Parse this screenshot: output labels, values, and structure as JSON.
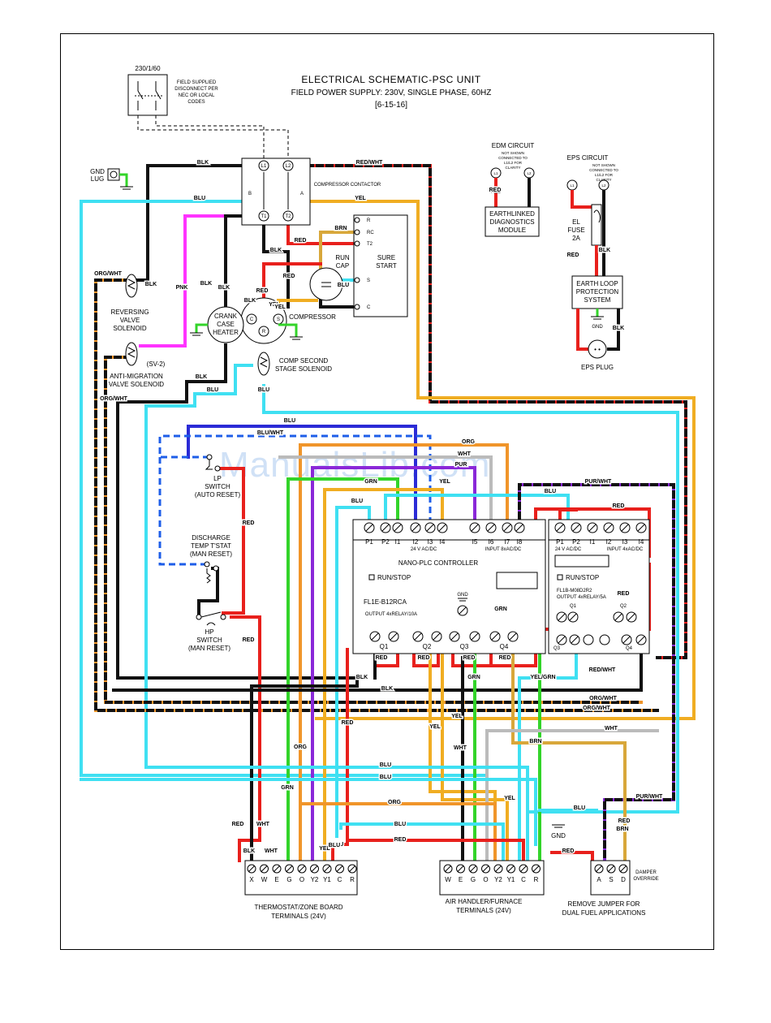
{
  "title": {
    "main": "ELECTRICAL SCHEMATIC-PSC UNIT",
    "supply": "FIELD POWER SUPPLY: 230V, SINGLE PHASE, 60HZ",
    "date": "[6-15-16]"
  },
  "watermark": "ManualsLib.com",
  "disconnect": {
    "rating": "230/1/60",
    "note_lines": [
      "FIELD SUPPLIED",
      "DISCONNECT PER",
      "NEC OR LOCAL",
      "CODES"
    ]
  },
  "contactor": {
    "label": "COMPRESSOR CONTACTOR",
    "terminals": [
      "L1",
      "L2",
      "T1",
      "T2",
      "B",
      "A"
    ]
  },
  "gnd_lug": [
    "GND",
    "LUG"
  ],
  "edm": {
    "title": "EDM CIRCUIT",
    "note": [
      "NOT SHOWN",
      "CONNECTED TO",
      "L1/L2 FOR",
      "CLARITY"
    ],
    "module": [
      "EARTHLINKED",
      "DIAGNOSTICS",
      "MODULE"
    ],
    "l1": "L1",
    "l2": "L2"
  },
  "eps": {
    "title": "EPS CIRCUIT",
    "note": [
      "NOT SHOWN",
      "CONNECTED TO",
      "L1/L2 FOR",
      "CLARITY"
    ],
    "fuse": [
      "EL",
      "FUSE",
      "2A"
    ],
    "system": [
      "EARTH LOOP",
      "PROTECTION",
      "SYSTEM"
    ],
    "plug": "EPS PLUG",
    "l1": "L1",
    "l2": "L2"
  },
  "sure_start": {
    "label": [
      "SURE",
      "START"
    ],
    "terminals": [
      "R",
      "RC",
      "T2",
      "S",
      "C"
    ]
  },
  "run_cap": [
    "RUN",
    "CAP"
  ],
  "compressor": {
    "label": "COMPRESSOR",
    "terminals": [
      "C",
      "R",
      "S"
    ]
  },
  "crankcase": [
    "CRANK",
    "CASE",
    "HEATER"
  ],
  "reversing_valve": [
    "REVERSING",
    "VALVE",
    "SOLENOID"
  ],
  "anti_migration": [
    "ANTI-MIGRATION",
    "VALVE SOLENOID"
  ],
  "sv2": "(SV-2)",
  "second_stage": [
    "COMP SECOND",
    "STAGE SOLENOID"
  ],
  "lp_switch": [
    "LP",
    "SWITCH",
    "(AUTO RESET)"
  ],
  "discharge": [
    "DISCHARGE",
    "TEMP T'STAT",
    "(MAN RESET)"
  ],
  "hp_switch": [
    "HP",
    "SWITCH",
    "(MAN RESET)"
  ],
  "plc": {
    "label": "NANO-PLC CONTROLLER",
    "model": "FL1E-B12RCA",
    "run_stop": "RUN/STOP",
    "inputs": [
      "P1",
      "P2",
      "I1",
      "I2",
      "I3",
      "I4",
      "I5",
      "I6",
      "I7",
      "I8"
    ],
    "input_note_a": "24 V AC/DC",
    "input_note_b": "INPUT 8xAC/DC",
    "output_note": "OUTPUT 4xRELAY/10A",
    "outputs": [
      "Q1",
      "Q2",
      "Q3",
      "Q4"
    ],
    "gnd": "GND"
  },
  "expansion": {
    "model": "FL1B-M08D2R2",
    "run_stop": "RUN/STOP",
    "inputs": [
      "P1",
      "P2",
      "I1",
      "I2",
      "I3",
      "I4"
    ],
    "input_note_a": "24 V AC/DC",
    "input_note_b": "INPUT 4xAC/DC",
    "output_note": "OUTPUT 4xRELAY/5A",
    "outputs": [
      "Q1",
      "Q2",
      "Q3",
      "Q4"
    ]
  },
  "thermostat_board": {
    "terminals": [
      "X",
      "W",
      "E",
      "G",
      "O",
      "Y2",
      "Y1",
      "C",
      "R"
    ],
    "label": [
      "THERMOSTAT/ZONE BOARD",
      "TERMINALS (24V)"
    ]
  },
  "air_handler": {
    "terminals": [
      "W",
      "E",
      "G",
      "O",
      "Y2",
      "Y1",
      "C",
      "R"
    ],
    "label": [
      "AIR HANDLER/FURNACE",
      "TERMINALS (24V)"
    ]
  },
  "damper": {
    "terminals": [
      "A",
      "S",
      "D"
    ],
    "label": [
      "DAMPER",
      "OVERRIDE"
    ],
    "note": [
      "REMOVE JUMPER FOR",
      "DUAL FUEL APPLICATIONS"
    ]
  },
  "gnd_label": "GND",
  "colors": {
    "RED": "#e8201c",
    "BLK": "#111111",
    "BLU": "#3fe0f2",
    "YEL": "#f0ad22",
    "ORG": "#f0952a",
    "PNK": "#ff33ff",
    "GRN": "#33d42a",
    "BRN": "#d8a73a",
    "PUR": "#8a28d8",
    "WHT": "#bbbbbb",
    "DBLU": "#1e5ee8",
    "RBLU": "#2b2bd6"
  },
  "wire_labels": [
    {
      "id": "w1",
      "text": "BLK"
    },
    {
      "id": "w2",
      "text": "RED/WHT"
    },
    {
      "id": "w3",
      "text": "BLU"
    },
    {
      "id": "w4",
      "text": "YEL"
    },
    {
      "id": "w5",
      "text": "PNK"
    },
    {
      "id": "w6",
      "text": "BLK"
    },
    {
      "id": "w7",
      "text": "BLK"
    },
    {
      "id": "w8",
      "text": "RED"
    },
    {
      "id": "w9",
      "text": "BRN"
    },
    {
      "id": "w10",
      "text": "BLK"
    },
    {
      "id": "w11",
      "text": "RED"
    },
    {
      "id": "w12",
      "text": "BLU"
    },
    {
      "id": "w13",
      "text": "YEL"
    },
    {
      "id": "w14",
      "text": "ORG/WHT"
    },
    {
      "id": "w15",
      "text": "BLK"
    },
    {
      "id": "w16",
      "text": "ORG/WHT"
    },
    {
      "id": "w17",
      "text": "BLK"
    },
    {
      "id": "w18",
      "text": "BLU"
    },
    {
      "id": "w19",
      "text": "BLU"
    },
    {
      "id": "w20",
      "text": "BLU"
    },
    {
      "id": "w21",
      "text": "BLU/WHT"
    },
    {
      "id": "w22",
      "text": "ORG"
    },
    {
      "id": "w23",
      "text": "WHT"
    },
    {
      "id": "w24",
      "text": "PUR"
    },
    {
      "id": "w25",
      "text": "GRN"
    },
    {
      "id": "w26",
      "text": "YEL"
    },
    {
      "id": "w27",
      "text": "BLU"
    },
    {
      "id": "w28",
      "text": "PUR/WHT"
    },
    {
      "id": "w29",
      "text": "BLU"
    },
    {
      "id": "w30",
      "text": "RED"
    },
    {
      "id": "w31",
      "text": "RED"
    },
    {
      "id": "w32",
      "text": "RED"
    },
    {
      "id": "w33",
      "text": "RED"
    },
    {
      "id": "w34",
      "text": "GRN"
    },
    {
      "id": "w35",
      "text": "RED"
    },
    {
      "id": "w36",
      "text": "RED"
    },
    {
      "id": "w37",
      "text": "RED"
    },
    {
      "id": "w38",
      "text": "RED/WHT"
    },
    {
      "id": "w39",
      "text": "BLK"
    },
    {
      "id": "w40",
      "text": "GRN"
    },
    {
      "id": "w41",
      "text": "YEL/GRN"
    },
    {
      "id": "w42",
      "text": "BLK"
    },
    {
      "id": "w43",
      "text": "ORG/WHT"
    },
    {
      "id": "w44",
      "text": "ORG/WHT"
    },
    {
      "id": "w45",
      "text": "YEL"
    },
    {
      "id": "w46",
      "text": "YEL"
    },
    {
      "id": "w47",
      "text": "WHT"
    },
    {
      "id": "w48",
      "text": "WHT"
    },
    {
      "id": "w49",
      "text": "BRN"
    },
    {
      "id": "w50",
      "text": "BLU"
    },
    {
      "id": "w51",
      "text": "BLU"
    },
    {
      "id": "w52",
      "text": "RED"
    },
    {
      "id": "w53",
      "text": "ORG"
    },
    {
      "id": "w54",
      "text": "ORG"
    },
    {
      "id": "w55",
      "text": "GRN"
    },
    {
      "id": "w56",
      "text": "YEL"
    },
    {
      "id": "w57",
      "text": "PUR/WHT"
    },
    {
      "id": "w58",
      "text": "BLU"
    },
    {
      "id": "w59",
      "text": "BRN"
    },
    {
      "id": "w60",
      "text": "RED"
    },
    {
      "id": "w61",
      "text": "BLU"
    },
    {
      "id": "w62",
      "text": "RED"
    },
    {
      "id": "w63",
      "text": "RED"
    },
    {
      "id": "w64",
      "text": "WHT"
    },
    {
      "id": "w65",
      "text": "BLK"
    },
    {
      "id": "w66",
      "text": "WHT"
    },
    {
      "id": "w67",
      "text": "YEL"
    },
    {
      "id": "w68",
      "text": "RED"
    },
    {
      "id": "w69",
      "text": "BLU"
    },
    {
      "id": "w70",
      "text": "GND"
    },
    {
      "id": "w71",
      "text": "GND"
    },
    {
      "id": "w72",
      "text": "GND"
    },
    {
      "id": "w73",
      "text": "BLK"
    },
    {
      "id": "w74",
      "text": "RED"
    },
    {
      "id": "w75",
      "text": "GRN"
    },
    {
      "id": "w76",
      "text": "RED"
    },
    {
      "id": "w77",
      "text": "BLK"
    },
    {
      "id": "w78",
      "text": "RED"
    },
    {
      "id": "w79",
      "text": "BLK"
    },
    {
      "id": "w80",
      "text": "YEL"
    },
    {
      "id": "w81",
      "text": "BLU"
    },
    {
      "id": "w82",
      "text": "RED"
    },
    {
      "id": "w83",
      "text": "GND"
    }
  ]
}
